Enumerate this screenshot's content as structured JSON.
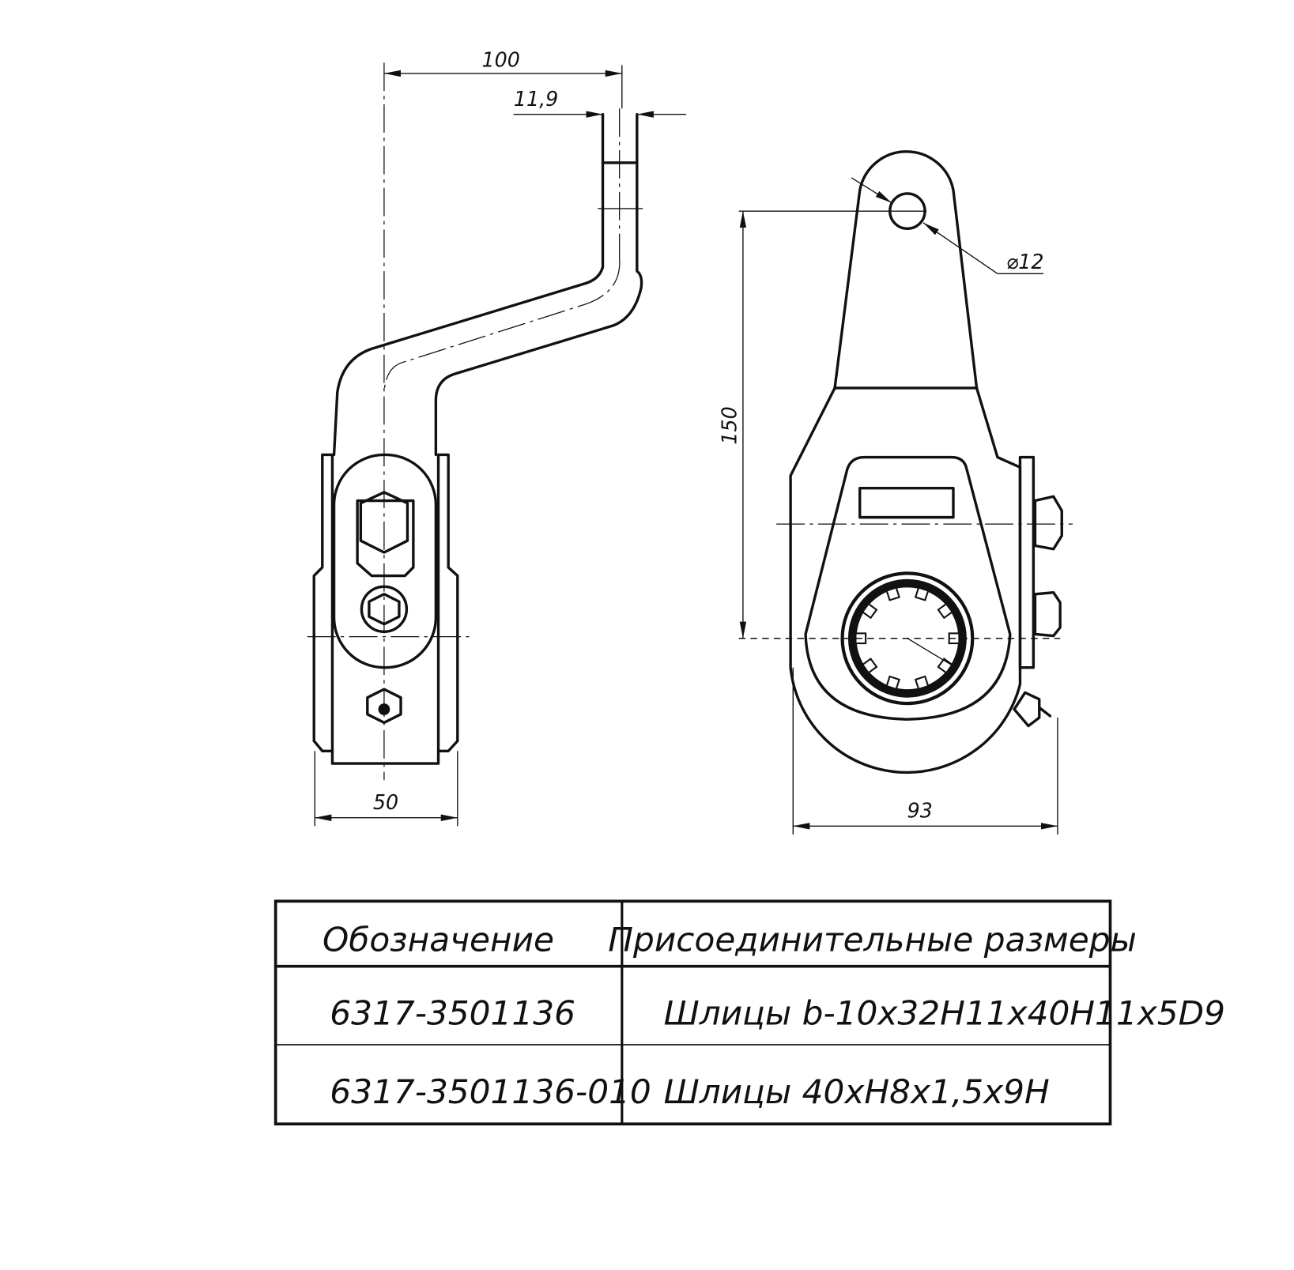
{
  "dimensions": {
    "arm_offset": "100",
    "arm_width": "11,9",
    "hole_diameter": "⌀12",
    "arm_length": "150",
    "body_width_side": "50",
    "body_width_front": "93"
  },
  "table": {
    "headers": [
      "Обозначение",
      "Присоединительные размеры"
    ],
    "rows": [
      [
        "6317-3501136",
        "Шлицы b-10x32H11x40H11x5D9"
      ],
      [
        "6317-3501136-010",
        "Шлицы 40xH8x1,5x9H"
      ]
    ]
  }
}
